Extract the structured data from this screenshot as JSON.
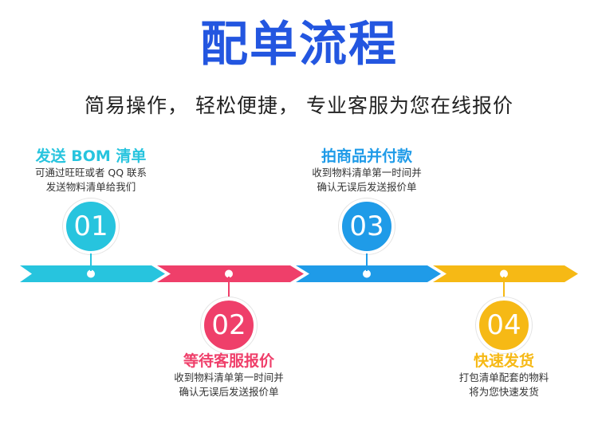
{
  "title": "配单流程",
  "subtitle": "简易操作， 轻松便捷， 专业客服为您在线报价",
  "colors": {
    "title": "#2356e0",
    "teal": "#27c4de",
    "pink": "#ef3f6a",
    "blue": "#1f9be8",
    "yellow": "#f6b915"
  },
  "steps": [
    {
      "number": "01",
      "title": "发送 BOM 清单",
      "desc_line1": "可通过旺旺或者 QQ 联系",
      "desc_line2": "发送物料清单给我们"
    },
    {
      "number": "02",
      "title": "等待客服报价",
      "desc_line1": "收到物料清单第一时间并",
      "desc_line2": "确认无误后发送报价单"
    },
    {
      "number": "03",
      "title": "拍商品并付款",
      "desc_line1": "收到物料清单第一时间并",
      "desc_line2": "确认无误后发送报价单"
    },
    {
      "number": "04",
      "title": "快速发货",
      "desc_line1": "打包清单配套的物料",
      "desc_line2": "将为您快速发货"
    }
  ]
}
